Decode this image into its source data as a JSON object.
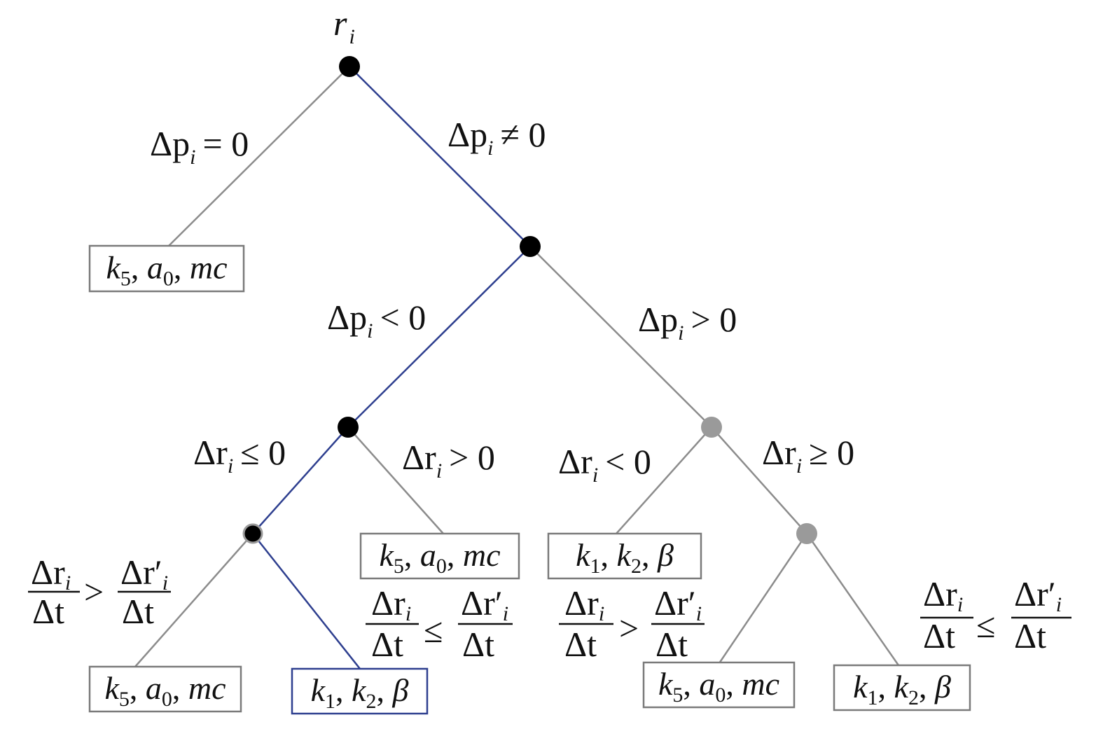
{
  "root_label": {
    "base": "r",
    "sub": "i"
  },
  "conditions": {
    "dp_zero": {
      "base": "Δp",
      "sub": "i",
      "rel": "= 0"
    },
    "dp_nonzero": {
      "base": "Δp",
      "sub": "i",
      "rel": "≠ 0"
    },
    "dp_neg": {
      "base": "Δp",
      "sub": "i",
      "rel": "< 0"
    },
    "dp_pos": {
      "base": "Δp",
      "sub": "i",
      "rel": "> 0"
    },
    "dr_le": {
      "base": "Δr",
      "sub": "i",
      "rel": "≤ 0"
    },
    "dr_gt": {
      "base": "Δr",
      "sub": "i",
      "rel": "> 0"
    },
    "dr_lt": {
      "base": "Δr",
      "sub": "i",
      "rel": "< 0"
    },
    "dr_ge": {
      "base": "Δr",
      "sub": "i",
      "rel": "≥ 0"
    }
  },
  "fractions": {
    "ll": {
      "num": "Δr",
      "num_sub": "i",
      "den": "Δt",
      "op": ">",
      "num2": "Δr′",
      "num2_sub": "i",
      "den2": "Δt"
    },
    "lr": {
      "num": "Δr",
      "num_sub": "i",
      "den": "Δt",
      "op": "≤",
      "num2": "Δr′",
      "num2_sub": "i",
      "den2": "Δt"
    },
    "rl": {
      "num": "Δr",
      "num_sub": "i",
      "den": "Δt",
      "op": ">",
      "num2": "Δr′",
      "num2_sub": "i",
      "den2": "Δt"
    },
    "rr": {
      "num": "Δr",
      "num_sub": "i",
      "den": "Δt",
      "op": "≤",
      "num2": "Δr′",
      "num2_sub": "i",
      "den2": "Δt"
    }
  },
  "leaf_sets": {
    "k5_a0_mc": [
      {
        "base": "k",
        "sub": "5",
        "sep": ", "
      },
      {
        "base": "a",
        "sub": "0",
        "sep": ", "
      },
      {
        "base": "mc",
        "sub": "",
        "sep": ""
      }
    ],
    "k1_k2_beta": [
      {
        "base": "k",
        "sub": "1",
        "sep": ", "
      },
      {
        "base": "k",
        "sub": "2",
        "sep": ", "
      },
      {
        "base": "β",
        "sub": "",
        "sep": ""
      }
    ]
  },
  "leaves": [
    {
      "name": "leaf-dp-zero",
      "set": "k5_a0_mc",
      "style": "gray"
    },
    {
      "name": "leaf-dr-gt",
      "set": "k5_a0_mc",
      "style": "gray"
    },
    {
      "name": "leaf-dr-lt",
      "set": "k1_k2_beta",
      "style": "gray"
    },
    {
      "name": "leaf-rate-greater-left",
      "set": "k5_a0_mc",
      "style": "gray"
    },
    {
      "name": "leaf-rate-le-left",
      "set": "k1_k2_beta",
      "style": "blue"
    },
    {
      "name": "leaf-rate-greater-right",
      "set": "k5_a0_mc",
      "style": "gray"
    },
    {
      "name": "leaf-rate-le-right",
      "set": "k1_k2_beta",
      "style": "gray"
    }
  ],
  "colors": {
    "highlight_path": "#2e3f8f",
    "gray": "#8c8c8c",
    "node_black": "#000000",
    "node_gray": "#9a9a9a"
  }
}
